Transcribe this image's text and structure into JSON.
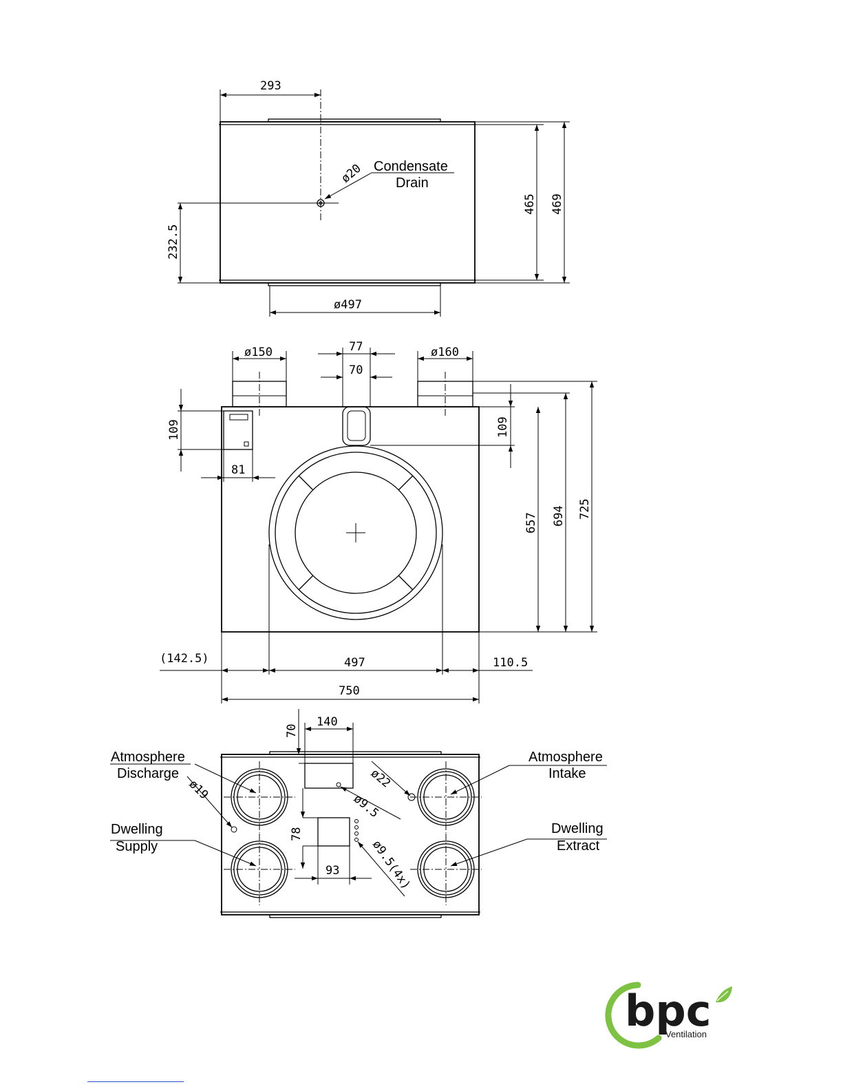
{
  "top_view": {
    "dim_offset": "293",
    "dim_drain_height": "232.5",
    "dim_height_inner": "465",
    "dim_height_outer": "469",
    "dim_ring": "ø497",
    "drain_dia": "ø20",
    "drain_label_1": "Condensate",
    "drain_label_2": "Drain"
  },
  "front_view": {
    "spigot_left": "ø150",
    "spigot_right": "ø160",
    "handle_outer": "77",
    "handle_inner": "70",
    "dim_109_left": "109",
    "dim_109_right": "109",
    "dim_81": "81",
    "dim_657": "657",
    "dim_694": "694",
    "dim_725": "725",
    "dim_142": "(142.5)",
    "dim_497": "497",
    "dim_110": "110.5",
    "dim_750": "750"
  },
  "bottom_view": {
    "dim_70": "70",
    "dim_140": "140",
    "dim_78": "78",
    "dim_93": "93",
    "dia_22": "ø22",
    "dia_9_5": "ø9.5",
    "dia_9_5_4x": "ø9.5(4x)",
    "dia_19": "ø19",
    "label_atm_discharge_1": "Atmosphere",
    "label_atm_discharge_2": "Discharge",
    "label_atm_intake_1": "Atmosphere",
    "label_atm_intake_2": "Intake",
    "label_dw_supply_1": "Dwelling",
    "label_dw_supply_2": "Supply",
    "label_dw_extract_1": "Dwelling",
    "label_dw_extract_2": "Extract"
  },
  "logo": {
    "brand": "bpc",
    "sub": "Ventilation",
    "colors": {
      "ring": "#7dc242",
      "text": "#1a1a1a",
      "leaf": "#7dc242"
    }
  }
}
